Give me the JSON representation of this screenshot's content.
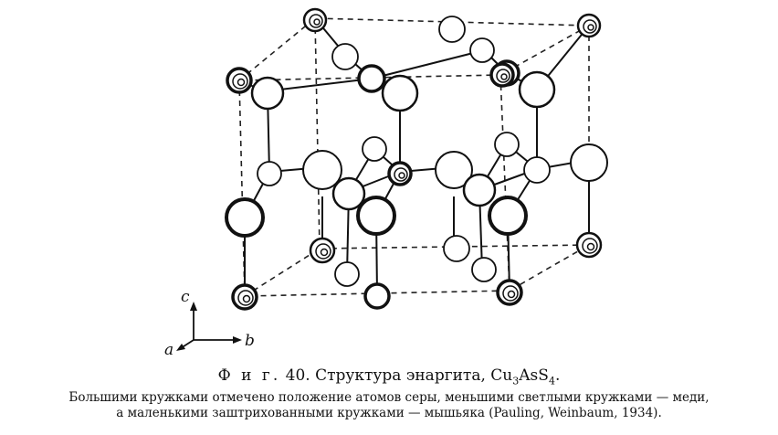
{
  "figure": {
    "axis_labels": {
      "c": "c",
      "a": "a",
      "b": "b"
    }
  },
  "caption": {
    "fig_word": "Ф и г.",
    "fig_number": "40.",
    "title_text": "Структура энаргита,",
    "formula_parts": {
      "cu": "Cu",
      "cu_sub": "3",
      "as": "As",
      "s": "S",
      "s_sub": "4",
      "dot": "."
    },
    "body_line1": "Большими кружками отмечено положение атомов серы, меньшими светлыми кружками — меди,",
    "body_line2": "а маленькими заштрихованными кружками — мышьяка (Pauling, Weinbaum, 1934)."
  }
}
